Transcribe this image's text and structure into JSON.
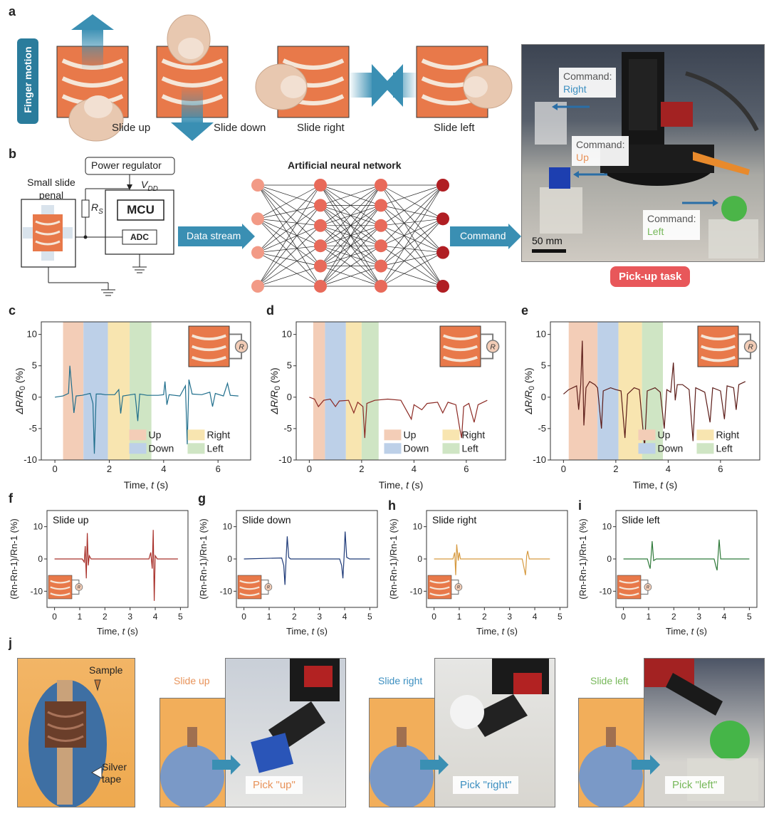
{
  "panel_labels": {
    "a": "a",
    "b": "b",
    "c": "c",
    "d": "d",
    "e": "e",
    "f": "f",
    "g": "g",
    "h": "h",
    "i": "i",
    "j": "j"
  },
  "panel_a": {
    "side_label": "Finger motion",
    "captions": [
      "Slide up",
      "Slide down",
      "Slide right",
      "Slide left"
    ],
    "commands": [
      {
        "title": "Command:",
        "value": "Right",
        "color": "#3c8fc0"
      },
      {
        "title": "Command:",
        "value": "Up",
        "color": "#e8935a"
      },
      {
        "title": "Command:",
        "value": "Left",
        "color": "#77b85a"
      }
    ],
    "scale_bar": "50 mm",
    "task": "Pick-up task"
  },
  "panel_b": {
    "panel_title": "Small slide penal",
    "regulator": "Power regulator",
    "vdd": "V",
    "vdd_sub": "DD",
    "rs": "R",
    "rs_sub": "S",
    "mcu": "MCU",
    "adc": "ADC",
    "data_stream": "Data stream",
    "ann_title": "Artificial neural network",
    "command": "Command"
  },
  "colors": {
    "sensor_orange": "#e8794a",
    "arrow_blue": "#3a8fb3",
    "up_band": "#f3cdb7",
    "down_band": "#bdd0e8",
    "right_band": "#f8e5b0",
    "left_band": "#cfe5c4",
    "node_light": "#f29a86",
    "node_mid": "#e86a5a",
    "node_dark": "#b01e23"
  },
  "chart_data": [
    {
      "id": "c",
      "type": "line",
      "ylabel": "ΔR/R0 (%)",
      "ylabel_main": "ΔR/R",
      "ylabel_sub": "0",
      "ylabel_unit": " (%)",
      "xlabel": "Time, t (s)",
      "xlim": [
        -0.5,
        7.2
      ],
      "ylim": [
        -10,
        12
      ],
      "xticks": [
        "0",
        "2",
        "4",
        "6"
      ],
      "yticks": [
        "10",
        "5",
        "0",
        "-5",
        "-10"
      ],
      "line_color": "#1f6e8c",
      "bands": [
        {
          "name": "Up",
          "x0": 0.3,
          "x1": 1.05,
          "color": "#f3cdb7"
        },
        {
          "name": "Down",
          "x0": 1.05,
          "x1": 1.95,
          "color": "#bdd0e8"
        },
        {
          "name": "Right",
          "x0": 1.95,
          "x1": 2.75,
          "color": "#f8e5b0"
        },
        {
          "name": "Left",
          "x0": 2.75,
          "x1": 3.55,
          "color": "#cfe5c4"
        }
      ],
      "legend": [
        "Up",
        "Right",
        "Down",
        "Left"
      ],
      "points": [
        [
          0,
          0
        ],
        [
          0.3,
          0.2
        ],
        [
          0.5,
          0.6
        ],
        [
          0.55,
          5
        ],
        [
          0.62,
          1.5
        ],
        [
          0.7,
          -2.5
        ],
        [
          0.78,
          0.2
        ],
        [
          1.0,
          0.3
        ],
        [
          1.3,
          0.6
        ],
        [
          1.4,
          -1
        ],
        [
          1.45,
          -9
        ],
        [
          1.52,
          0.5
        ],
        [
          1.7,
          0.5
        ],
        [
          1.85,
          0.4
        ],
        [
          2.2,
          0.4
        ],
        [
          2.35,
          1.2
        ],
        [
          2.42,
          -2.6
        ],
        [
          2.5,
          0.2
        ],
        [
          2.8,
          0.4
        ],
        [
          2.95,
          0.5
        ],
        [
          3.05,
          -3.8
        ],
        [
          3.12,
          0.5
        ],
        [
          3.4,
          0.3
        ],
        [
          3.8,
          0.3
        ],
        [
          4.0,
          0.4
        ],
        [
          4.05,
          2.5
        ],
        [
          4.12,
          -1.2
        ],
        [
          4.2,
          0.4
        ],
        [
          4.6,
          0.2
        ],
        [
          4.8,
          1.8
        ],
        [
          4.87,
          -7.5
        ],
        [
          4.93,
          2.8
        ],
        [
          5.05,
          0.5
        ],
        [
          5.4,
          0.4
        ],
        [
          5.7,
          0.8
        ],
        [
          5.8,
          -1.5
        ],
        [
          5.9,
          0.6
        ],
        [
          6.2,
          0.2
        ],
        [
          6.35,
          2.2
        ],
        [
          6.45,
          0.3
        ],
        [
          6.75,
          0.2
        ]
      ]
    },
    {
      "id": "d",
      "type": "line",
      "ylabel": "ΔR/R0 (%)",
      "ylabel_main": "ΔR/R",
      "ylabel_sub": "0",
      "ylabel_unit": " (%)",
      "xlabel": "Time, t (s)",
      "xlim": [
        -0.5,
        7.5
      ],
      "ylim": [
        -10,
        12
      ],
      "xticks": [
        "0",
        "2",
        "4",
        "6"
      ],
      "yticks": [
        "10",
        "5",
        "0",
        "-5",
        "-10"
      ],
      "line_color": "#8c2a24",
      "bands": [
        {
          "name": "Up",
          "x0": 0.15,
          "x1": 0.6,
          "color": "#f3cdb7"
        },
        {
          "name": "Down",
          "x0": 0.6,
          "x1": 1.4,
          "color": "#bdd0e8"
        },
        {
          "name": "Right",
          "x0": 1.4,
          "x1": 2.0,
          "color": "#f8e5b0"
        },
        {
          "name": "Left",
          "x0": 2.0,
          "x1": 2.65,
          "color": "#cfe5c4"
        }
      ],
      "legend": [
        "Up",
        "Right",
        "Down",
        "Left"
      ],
      "points": [
        [
          0,
          0
        ],
        [
          0.2,
          -0.3
        ],
        [
          0.35,
          -1.5
        ],
        [
          0.55,
          -0.5
        ],
        [
          0.8,
          -0.3
        ],
        [
          1.0,
          -1.5
        ],
        [
          1.15,
          -0.6
        ],
        [
          1.5,
          -0.5
        ],
        [
          1.7,
          -2.5
        ],
        [
          1.85,
          -0.8
        ],
        [
          2.05,
          -1.5
        ],
        [
          2.12,
          -6.5
        ],
        [
          2.2,
          -1.0
        ],
        [
          2.5,
          -0.5
        ],
        [
          3.0,
          -0.3
        ],
        [
          3.5,
          -0.5
        ],
        [
          3.9,
          -3.5
        ],
        [
          4.0,
          -1.2
        ],
        [
          4.3,
          -2.0
        ],
        [
          4.5,
          -1.0
        ],
        [
          4.9,
          -0.8
        ],
        [
          5.1,
          -2.5
        ],
        [
          5.3,
          -0.8
        ],
        [
          5.6,
          -1.2
        ],
        [
          5.75,
          -5.0
        ],
        [
          5.82,
          -6.5
        ],
        [
          5.9,
          -1.5
        ],
        [
          6.1,
          -1.0
        ],
        [
          6.3,
          -4.0
        ],
        [
          6.45,
          -1.2
        ],
        [
          6.8,
          -0.5
        ]
      ]
    },
    {
      "id": "e",
      "type": "line",
      "ylabel": "ΔR/R0 (%)",
      "ylabel_main": "ΔR/R",
      "ylabel_sub": "0",
      "ylabel_unit": " (%)",
      "xlabel": "Time, t (s)",
      "xlim": [
        -0.5,
        7.5
      ],
      "ylim": [
        -10,
        12
      ],
      "xticks": [
        "0",
        "2",
        "4",
        "6"
      ],
      "yticks": [
        "10",
        "5",
        "0",
        "-5",
        "-10"
      ],
      "line_color": "#5c1c18",
      "bands": [
        {
          "name": "Up",
          "x0": 0.2,
          "x1": 1.3,
          "color": "#f3cdb7"
        },
        {
          "name": "Down",
          "x0": 1.3,
          "x1": 2.1,
          "color": "#bdd0e8"
        },
        {
          "name": "Right",
          "x0": 2.1,
          "x1": 3.0,
          "color": "#f8e5b0"
        },
        {
          "name": "Left",
          "x0": 3.0,
          "x1": 3.8,
          "color": "#cfe5c4"
        }
      ],
      "legend": [
        "Up",
        "Right",
        "Down",
        "Left"
      ],
      "points": [
        [
          0,
          0.5
        ],
        [
          0.2,
          1.2
        ],
        [
          0.5,
          1.8
        ],
        [
          0.58,
          -2.0
        ],
        [
          0.66,
          2.0
        ],
        [
          0.72,
          9
        ],
        [
          0.78,
          -4.5
        ],
        [
          0.86,
          1.5
        ],
        [
          1.0,
          2.5
        ],
        [
          1.2,
          2.0
        ],
        [
          1.3,
          1.5
        ],
        [
          1.45,
          -5.0
        ],
        [
          1.52,
          1.0
        ],
        [
          1.8,
          1.5
        ],
        [
          2.0,
          1.2
        ],
        [
          2.2,
          1.0
        ],
        [
          2.35,
          -6.5
        ],
        [
          2.45,
          0.5
        ],
        [
          2.7,
          1.5
        ],
        [
          2.9,
          1.2
        ],
        [
          3.1,
          -8.0
        ],
        [
          3.2,
          1.0
        ],
        [
          3.5,
          1.5
        ],
        [
          3.7,
          0.8
        ],
        [
          3.85,
          -5.0
        ],
        [
          3.95,
          1.2
        ],
        [
          4.1,
          0.8
        ],
        [
          4.2,
          5.5
        ],
        [
          4.27,
          -0.5
        ],
        [
          4.35,
          2.0
        ],
        [
          4.55,
          2.0
        ],
        [
          4.8,
          1.2
        ],
        [
          4.95,
          -7.0
        ],
        [
          5.05,
          1.5
        ],
        [
          5.4,
          0.8
        ],
        [
          5.6,
          -4.0
        ],
        [
          5.7,
          1.5
        ],
        [
          6.0,
          1.0
        ],
        [
          6.15,
          -3.5
        ],
        [
          6.25,
          1.8
        ],
        [
          6.5,
          1.5
        ],
        [
          6.6,
          -2.0
        ],
        [
          6.7,
          2.0
        ],
        [
          6.95,
          2.5
        ]
      ]
    },
    {
      "id": "f",
      "type": "line",
      "title": "Slide up",
      "ylabel": "(Rn-Rn-1)/Rn-1 (%)",
      "xlabel": "Time, t (s)",
      "xlim": [
        -0.3,
        5.3
      ],
      "ylim": [
        -15,
        15
      ],
      "xticks": [
        "0",
        "1",
        "2",
        "3",
        "4",
        "5"
      ],
      "yticks": [
        "10",
        "0",
        "-10"
      ],
      "line_color": "#a8302a",
      "points": [
        [
          0,
          0
        ],
        [
          1.1,
          0
        ],
        [
          1.18,
          -1
        ],
        [
          1.22,
          4
        ],
        [
          1.26,
          -6
        ],
        [
          1.3,
          8
        ],
        [
          1.34,
          -2
        ],
        [
          1.38,
          1
        ],
        [
          1.45,
          0
        ],
        [
          3.75,
          0
        ],
        [
          3.82,
          2
        ],
        [
          3.88,
          -3
        ],
        [
          3.92,
          9
        ],
        [
          3.96,
          -13
        ],
        [
          4.0,
          1
        ],
        [
          4.08,
          0
        ],
        [
          4.9,
          0
        ]
      ]
    },
    {
      "id": "g",
      "type": "line",
      "title": "Slide down",
      "ylabel": "(Rn-Rn-1)/Rn-1 (%)",
      "xlabel": "Time, t (s)",
      "xlim": [
        -0.3,
        5.3
      ],
      "ylim": [
        -15,
        15
      ],
      "xticks": [
        "0",
        "1",
        "2",
        "3",
        "4",
        "5"
      ],
      "yticks": [
        "10",
        "0",
        "-10"
      ],
      "line_color": "#1e3a78",
      "points": [
        [
          0,
          0
        ],
        [
          1.5,
          0.3
        ],
        [
          1.58,
          -2
        ],
        [
          1.63,
          -8
        ],
        [
          1.68,
          1
        ],
        [
          1.72,
          7
        ],
        [
          1.78,
          0.5
        ],
        [
          1.85,
          0
        ],
        [
          3.8,
          0
        ],
        [
          3.88,
          -2
        ],
        [
          3.93,
          -6
        ],
        [
          3.98,
          1
        ],
        [
          4.02,
          8.5
        ],
        [
          4.08,
          0.5
        ],
        [
          4.2,
          0
        ],
        [
          5.0,
          0
        ]
      ]
    },
    {
      "id": "h",
      "type": "line",
      "title": "Slide right",
      "ylabel": "(Rn-Rn-1)/Rn-1 (%)",
      "xlabel": "Time, t (s)",
      "xlim": [
        -0.3,
        5.3
      ],
      "ylim": [
        -15,
        15
      ],
      "xticks": [
        "0",
        "1",
        "2",
        "3",
        "4",
        "5"
      ],
      "yticks": [
        "10",
        "0",
        "-10"
      ],
      "line_color": "#d69a40",
      "points": [
        [
          0,
          0
        ],
        [
          0.75,
          0
        ],
        [
          0.82,
          2
        ],
        [
          0.86,
          -5
        ],
        [
          0.9,
          4.5
        ],
        [
          0.96,
          -0.5
        ],
        [
          1.0,
          2
        ],
        [
          1.05,
          0
        ],
        [
          1.2,
          0
        ],
        [
          3.5,
          0
        ],
        [
          3.58,
          -3
        ],
        [
          3.63,
          -5
        ],
        [
          3.68,
          1
        ],
        [
          3.72,
          2.5
        ],
        [
          3.78,
          0
        ],
        [
          4.6,
          0
        ]
      ]
    },
    {
      "id": "i",
      "type": "line",
      "title": "Slide left",
      "ylabel": "(Rn-Rn-1)/Rn-1 (%)",
      "xlabel": "Time, t (s)",
      "xlim": [
        -0.3,
        5.3
      ],
      "ylim": [
        -15,
        15
      ],
      "xticks": [
        "0",
        "1",
        "2",
        "3",
        "4",
        "5"
      ],
      "yticks": [
        "10",
        "0",
        "-10"
      ],
      "line_color": "#2f7a3a",
      "points": [
        [
          0,
          0
        ],
        [
          0.95,
          0
        ],
        [
          1.02,
          -2
        ],
        [
          1.06,
          -3
        ],
        [
          1.1,
          1
        ],
        [
          1.14,
          5.5
        ],
        [
          1.2,
          -0.5
        ],
        [
          1.3,
          0
        ],
        [
          3.6,
          0
        ],
        [
          3.68,
          -2.5
        ],
        [
          3.72,
          -3.5
        ],
        [
          3.76,
          1
        ],
        [
          3.8,
          6
        ],
        [
          3.86,
          0
        ],
        [
          4.0,
          0
        ],
        [
          5.0,
          0
        ]
      ]
    }
  ],
  "panel_j": {
    "sample": "Sample",
    "silver_tape": "Silver\ntape",
    "silver_tape_l1": "Silver",
    "silver_tape_l2": "tape",
    "groups": [
      {
        "slide": "Slide up",
        "pick": "Pick \"up\"",
        "color": "#e8935a"
      },
      {
        "slide": "Slide right",
        "pick": "Pick \"right\"",
        "color": "#3c8fc0"
      },
      {
        "slide": "Slide left",
        "pick": "Pick \"left\"",
        "color": "#77b85a"
      }
    ]
  }
}
